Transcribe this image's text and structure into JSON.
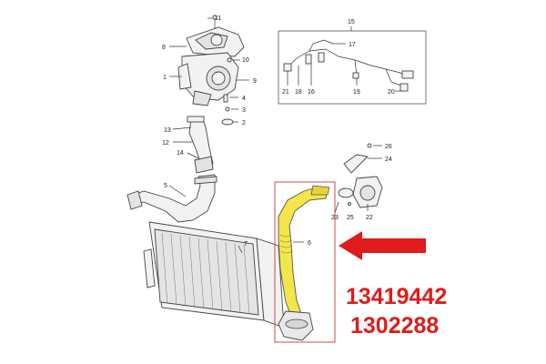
{
  "callouts": {
    "c1": "1",
    "c2": "2",
    "c3": "3",
    "c4": "4",
    "c5": "5",
    "c6": "6",
    "c7": "7",
    "c8": "8",
    "c9": "9",
    "c10": "10",
    "c11": "11",
    "c12": "12",
    "c13": "13",
    "c14": "14",
    "c15": "15",
    "c16": "16",
    "c17": "17",
    "c18": "18",
    "c19": "19",
    "c20": "20",
    "c21": "21",
    "c22": "22",
    "c23": "23",
    "c24": "24",
    "c25": "25",
    "c26": "26"
  },
  "part_numbers": [
    "13419442",
    "1302288"
  ],
  "colors": {
    "highlight_hose": "#f2e64a",
    "highlight_box": "#c94b4b",
    "arrow": "#e01b1b",
    "part_number_text": "#e01b1b"
  }
}
